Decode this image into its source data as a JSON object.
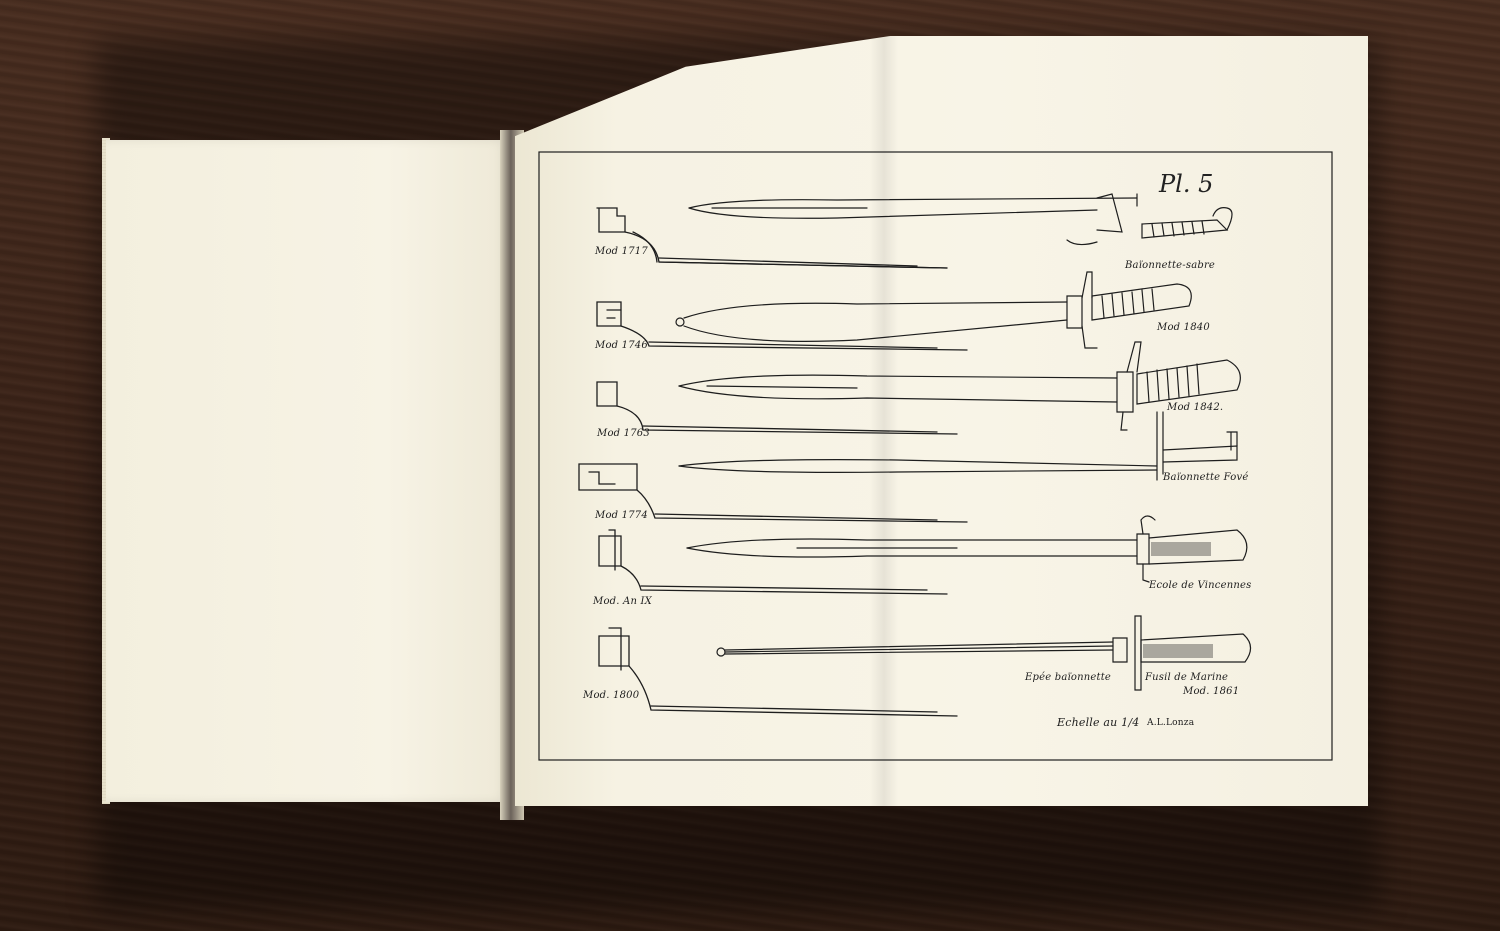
{
  "plate": {
    "number": "Pl. 5",
    "scale": "Echelle au 1/4",
    "signature": "A.L.Lonza"
  },
  "labels": {
    "mod_1717": "Mod 1717",
    "mod_1746": "Mod 1746",
    "mod_1763": "Mod 1763",
    "mod_1774": "Mod 1774",
    "mod_an9": "Mod. An IX",
    "mod_1800": "Mod. 1800",
    "baionnette_sabre": "Baïonnette-sabre",
    "mod_1840": "Mod 1840",
    "mod_1842": "Mod 1842.",
    "baionnette_fove": "Baïonnette Fové",
    "ecole_vincennes": "Ecole de Vincennes",
    "epee_baionnette": "Epée baïonnette",
    "fusil_marine": "Fusil de Marine",
    "fusil_marine_mod": "Mod. 1861"
  },
  "colors": {
    "ink": "#1e1e1e",
    "paper": "#f6f2e4",
    "wood": "#3a2418"
  }
}
